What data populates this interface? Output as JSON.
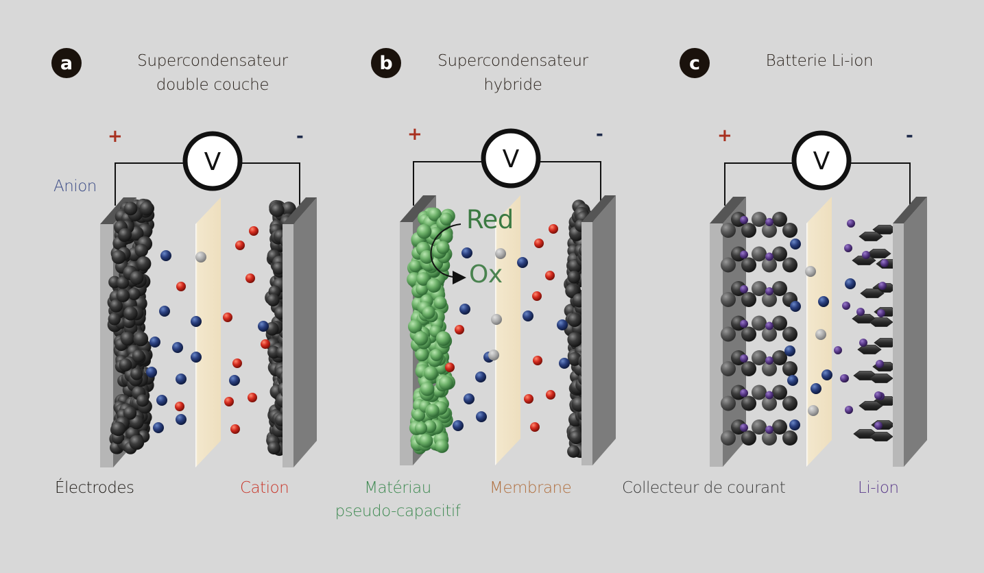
{
  "colors": {
    "background": "#d8d8d8",
    "badge": "#1a120c",
    "plus": "#a8301f",
    "minus": "#1e2a4a",
    "anion": "#2c3e7a",
    "cation": "#c8362a",
    "pseudo_material": "#3f8a48",
    "membrane": "#f1e3c4",
    "li_ion": "#5a3a8a",
    "electrode_front": "#b7b7b7",
    "electrode_side": "#7a7a7a",
    "carbon": "#3a3a3a"
  },
  "panels": [
    {
      "badge": "a",
      "title_line1": "Supercondensateur",
      "title_line2": "double couche",
      "plus": "+",
      "minus": "-",
      "meter": "V",
      "labels": {
        "anion": "Anion",
        "electrodes": "Électrodes",
        "cation": "Cation"
      }
    },
    {
      "badge": "b",
      "title_line1": "Supercondensateur",
      "title_line2": "hybride",
      "plus": "+",
      "minus": "-",
      "meter": "V",
      "reaction": {
        "red": "Red",
        "ox": "Ox"
      },
      "labels": {
        "material_line1": "Matériau",
        "material_line2": "pseudo-capacitif",
        "membrane": "Membrane"
      }
    },
    {
      "badge": "c",
      "title_line1": "Batterie Li-ion",
      "title_line2": "",
      "plus": "+",
      "minus": "-",
      "meter": "V",
      "labels": {
        "collector": "Collecteur de courant",
        "li_ion": "Li-ion"
      }
    }
  ]
}
